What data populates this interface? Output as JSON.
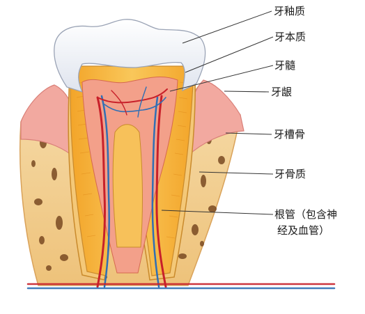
{
  "labels": {
    "enamel": "牙釉质",
    "dentin": "牙本质",
    "pulp": "牙髓",
    "gum": "牙龈",
    "alveolar_bone": "牙槽骨",
    "cementum": "牙骨质",
    "root_canal_line1": "根管（包含神",
    "root_canal_line2": "经及血管）"
  },
  "colors": {
    "enamel": "#f2f4f8",
    "dentin": "#f6b43c",
    "pulp": "#f3a08a",
    "gum": "#f2a9a0",
    "bone": "#f3d39a",
    "bone_pore": "#7a4a22",
    "artery": "#c8202a",
    "vein": "#2f6fb5",
    "leader_line": "#333333"
  }
}
